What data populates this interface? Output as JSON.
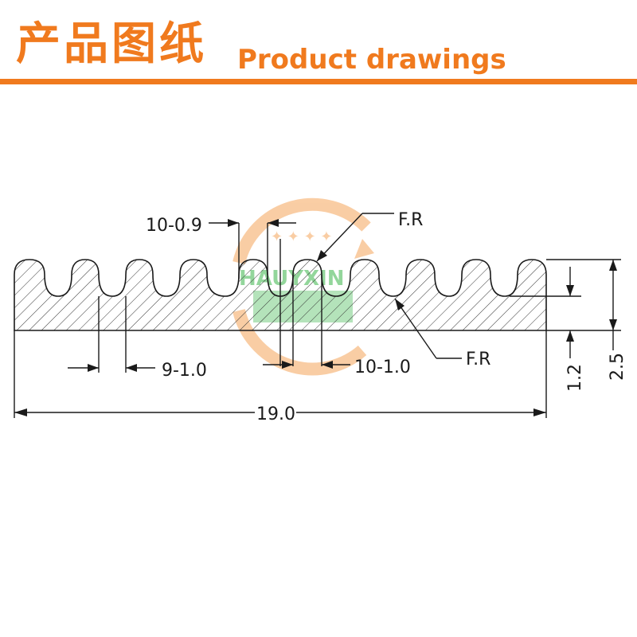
{
  "header": {
    "title_cn": "产品图纸",
    "title_en": "Product drawings",
    "accent_color": "#f07a1e"
  },
  "drawing": {
    "labels": {
      "top_pitch": "10-0.9",
      "fillet_top": "F.R",
      "fillet_bottom": "F.R",
      "left_pitch": "9-1.0",
      "mid_pitch": "10-1.0",
      "base_thickness": "1.2",
      "total_height": "2.5",
      "total_width": "19.0"
    },
    "watermark_text": "HAUYXIN",
    "colors": {
      "line": "#1a1a1a",
      "watermark_orange": "#f5a65b",
      "watermark_green": "#3cb54a"
    }
  }
}
